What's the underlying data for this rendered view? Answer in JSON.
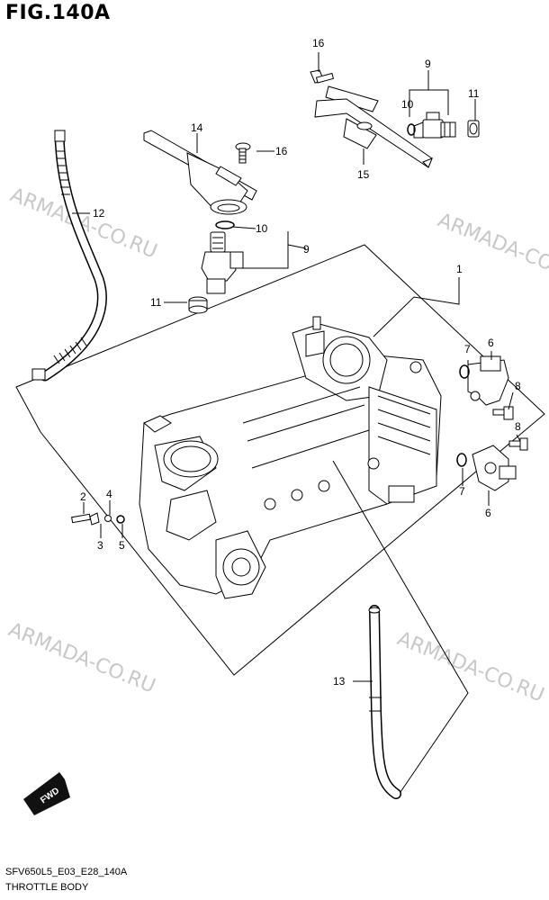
{
  "figure": {
    "title": "FIG.140A"
  },
  "footer": {
    "code": "SFV650L5_E03_E28_140A",
    "name": "THROTTLE BODY"
  },
  "watermark": "ARMADA-CO.RU",
  "fwd_label": "FWD",
  "callouts": {
    "c1": "1",
    "c2": "2",
    "c3": "3",
    "c4": "4",
    "c5": "5",
    "c6a": "6",
    "c6b": "6",
    "c7a": "7",
    "c7b": "7",
    "c8a": "8",
    "c8b": "8",
    "c9a": "9",
    "c9b": "9",
    "c10a": "10",
    "c10b": "10",
    "c11a": "11",
    "c11b": "11",
    "c12": "12",
    "c13": "13",
    "c14": "14",
    "c15": "15",
    "c16a": "16",
    "c16b": "16"
  }
}
